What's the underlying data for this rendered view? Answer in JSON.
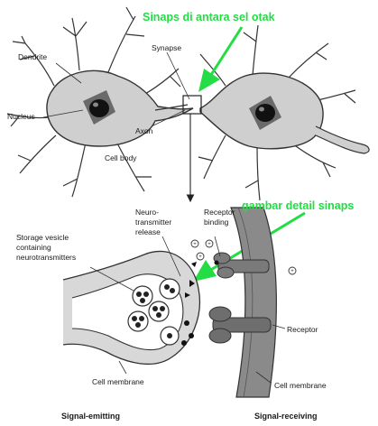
{
  "callouts": {
    "top": "Sinaps di antara sel otak",
    "middle": "gambar detail sinaps",
    "color": "#22dd44"
  },
  "labels": {
    "dendrite": "Dendrite",
    "nucleus": "Nucleus",
    "cell_body": "Cell body",
    "synapse": "Synapse",
    "axon": "Axon",
    "storage_vesicle": [
      "Storage vesicle",
      "containing",
      "neurotransmitters"
    ],
    "neurotransmitter_release": [
      "Neuro-",
      "transmitter",
      "release"
    ],
    "receptor_binding": [
      "Receptor",
      "binding"
    ],
    "receptor": "Receptor",
    "cell_membrane_left": "Cell membrane",
    "cell_membrane_right": "Cell membrane",
    "signal_emitting": "Signal-emitting",
    "signal_receiving": "Signal-receiving"
  },
  "icons": {
    "nucleus": "nucleus-icon",
    "synapse_marker": "magnifier-box-icon",
    "neurotransmitter": "neurotransmitter-particle-icon",
    "vesicle": "storage-vesicle-icon",
    "receptor": "receptor-icon"
  },
  "colors": {
    "neuron_fill": "#cfcfcf",
    "neuron_stroke": "#333333",
    "nucleus_dark": "#111111",
    "membrane_band": "#8a8a8a"
  }
}
